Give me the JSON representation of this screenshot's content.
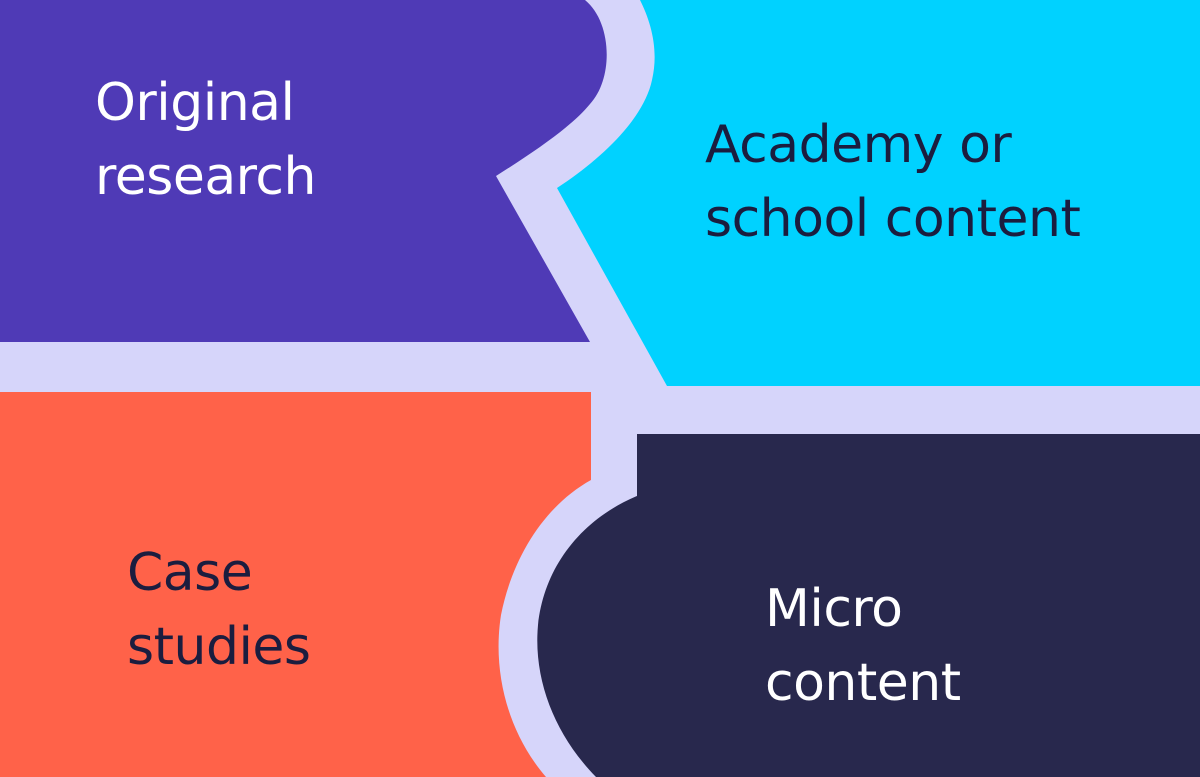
{
  "colors": {
    "background": "#d6d5fa",
    "original_research": "#4f3ab6",
    "academy_content": "#00d2ff",
    "case_studies": "#ff6249",
    "micro_content": "#28284d",
    "light_text": "#ffffff",
    "dark_text": "#1b1d3f"
  },
  "blocks": {
    "original_research": {
      "line1": "Original",
      "line2": "research"
    },
    "academy_content": {
      "line1": "Academy or",
      "line2": "school content"
    },
    "case_studies": {
      "line1": "Case",
      "line2": "studies"
    },
    "micro_content": {
      "line1": "Micro",
      "line2": "content"
    }
  }
}
